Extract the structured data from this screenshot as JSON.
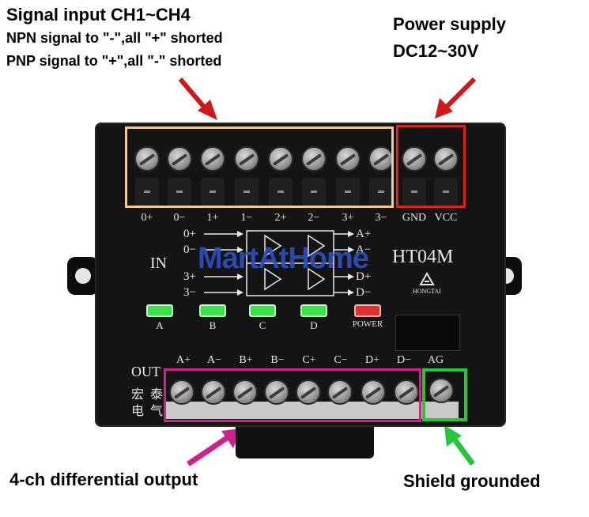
{
  "annotations": {
    "signal_title": "Signal input CH1~CH4",
    "npn_note": "NPN signal to \"-\",all  \"+\" shorted",
    "pnp_note": "PNP signal to \"+\",all  \"-\" shorted",
    "power_title": "Power supply",
    "power_voltage": "DC12~30V",
    "output_note": "4-ch differential output",
    "shield_note": "Shield grounded"
  },
  "board": {
    "top_terminals": [
      "0+",
      "0−",
      "1+",
      "1−",
      "2+",
      "2−",
      "3+",
      "3−",
      "GND",
      "VCC"
    ],
    "in_label": "IN",
    "out_label": "OUT",
    "model": "HT04M",
    "brand": "HONGTAI",
    "watermark": "MartAtHome",
    "input_lines": [
      "0+",
      "0−",
      "3+",
      "3−"
    ],
    "output_lines": [
      "A+",
      "A−",
      "D+",
      "D−"
    ],
    "leds": [
      {
        "label": "A",
        "color": "#39e24a"
      },
      {
        "label": "B",
        "color": "#39e24a"
      },
      {
        "label": "C",
        "color": "#39e24a"
      },
      {
        "label": "D",
        "color": "#39e24a"
      },
      {
        "label": "POWER",
        "color": "#e03030"
      }
    ],
    "bottom_terminals": [
      "A+",
      "A−",
      "B+",
      "B−",
      "C+",
      "C−",
      "D+",
      "D−",
      "AG"
    ],
    "chinese_chars": [
      "宏",
      "泰",
      "电",
      "气"
    ]
  },
  "highlight_colors": {
    "signal": "#f2c99a",
    "power": "#e02020",
    "output": "#d0218f",
    "shield": "#22c83a",
    "arrow_red": "#d01818",
    "arrow_magenta": "#d0218f",
    "arrow_green": "#22c83a"
  }
}
